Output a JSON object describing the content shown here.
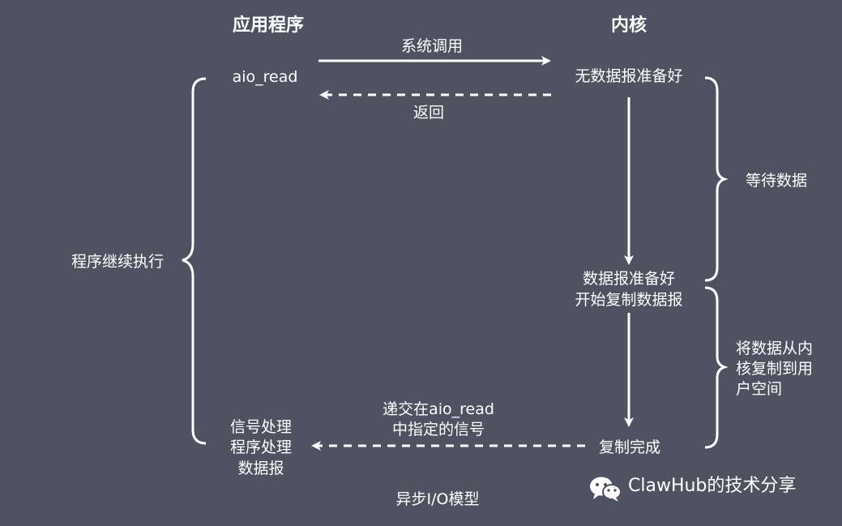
{
  "headers": {
    "app": "应用程序",
    "kernel": "内核"
  },
  "app_side": {
    "call": "aio_read",
    "continue": "程序继续执行",
    "handler": [
      "信号处理",
      "程序处理",
      "数据报"
    ]
  },
  "arrows": {
    "syscall": "系统调用",
    "return": "返回",
    "signal": [
      "递交在aio_read",
      "中指定的信号"
    ]
  },
  "kernel_side": {
    "not_ready": "无数据报准备好",
    "ready": [
      "数据报准备好",
      "开始复制数据报"
    ],
    "done": "复制完成"
  },
  "phases": {
    "wait": "等待数据",
    "copy": [
      "将数据从内",
      "核复制到用",
      "户空间"
    ]
  },
  "caption": "异步I/O模型",
  "watermark": {
    "text": "ClawHub的技术分享",
    "icon": "wechat-icon"
  },
  "colors": {
    "background": "#4f5361",
    "foreground": "#ffffff"
  }
}
